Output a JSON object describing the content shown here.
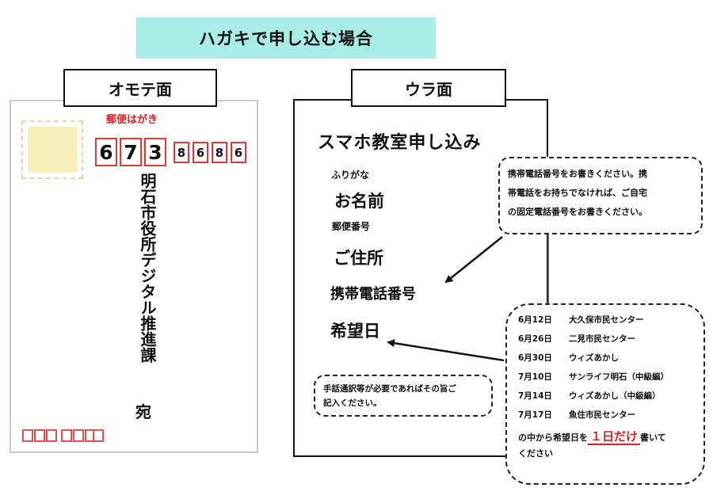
{
  "banner": {
    "title": "ハガキで申し込む場合"
  },
  "front": {
    "label": "オモテ面",
    "postal_mark": "郵便はがき",
    "zip_big": [
      "6",
      "7",
      "3"
    ],
    "zip_small": [
      "8",
      "6",
      "8",
      "6"
    ],
    "address": "明石市役所デジタル推進課",
    "suffix": "宛"
  },
  "back": {
    "label": "ウラ面",
    "title": "スマホ教室申し込み",
    "furigana": "ふりがな",
    "name": "お名前",
    "zip_label": "郵便番号",
    "address_label": "ご住所",
    "phone_label": "携帯電話番号",
    "date_label": "希望日",
    "sign_note": [
      "手話通訳等が必要であればその旨ご",
      "記入ください。"
    ],
    "phone_note": [
      "携帯電話番号をお書きください。携",
      "帯電話をお持ちでなければ、ご自宅",
      "の固定電話番号をお書きください。"
    ],
    "dates": [
      {
        "date": "6月12日",
        "place": "大久保市民センター"
      },
      {
        "date": "6月26日",
        "place": "二見市民センター"
      },
      {
        "date": "6月30日",
        "place": "ウィズあかし"
      },
      {
        "date": "7月10日",
        "place": "サンライフ明石（中級編）"
      },
      {
        "date": "7月14日",
        "place": "ウィズあかし（中級編）"
      },
      {
        "date": "7月17日",
        "place": "魚住市民センター"
      }
    ],
    "dates_foot_prefix": "の中から希望日を",
    "dates_foot_emphasis": "１日だけ",
    "dates_foot_suffix": "書いて",
    "dates_foot_line2": "ください"
  }
}
